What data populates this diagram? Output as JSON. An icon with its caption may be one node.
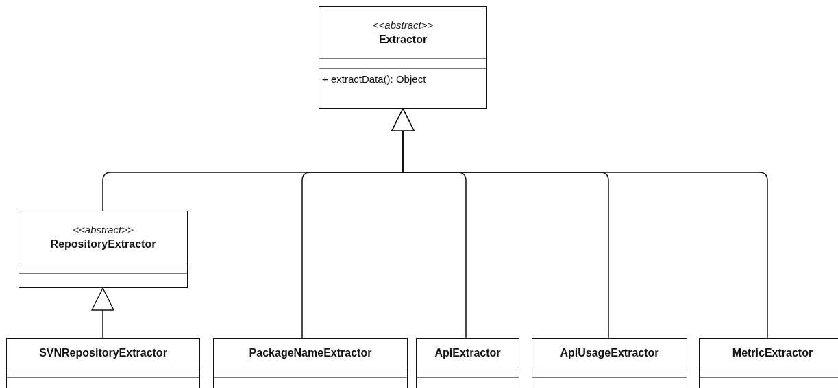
{
  "diagram": {
    "nodes": [
      {
        "text": [
          "<<abstract>>",
          "Extractor",
          "+ extractData(): Object"
        ]
      },
      {
        "text": [
          "<<abstract>>",
          "RepositoryExtractor"
        ]
      },
      {
        "text": [
          "SVNRepositoryExtractor"
        ]
      },
      {
        "text": [
          "PackageNameExtractor"
        ]
      },
      {
        "text": [
          "ApiExtractor"
        ]
      },
      {
        "text": [
          "ApiUsageExtractor"
        ]
      },
      {
        "text": [
          "MetricExtractor"
        ]
      }
    ],
    "edges": [
      {
        "from": 1,
        "to": 0,
        "arrow": "to"
      },
      {
        "from": 3,
        "to": 0,
        "arrow": "to"
      },
      {
        "from": 4,
        "to": 0,
        "arrow": "to"
      },
      {
        "from": 5,
        "to": 0,
        "arrow": "to"
      },
      {
        "from": 6,
        "to": 0,
        "arrow": "to"
      },
      {
        "from": 2,
        "to": 1,
        "arrow": "to"
      }
    ]
  }
}
